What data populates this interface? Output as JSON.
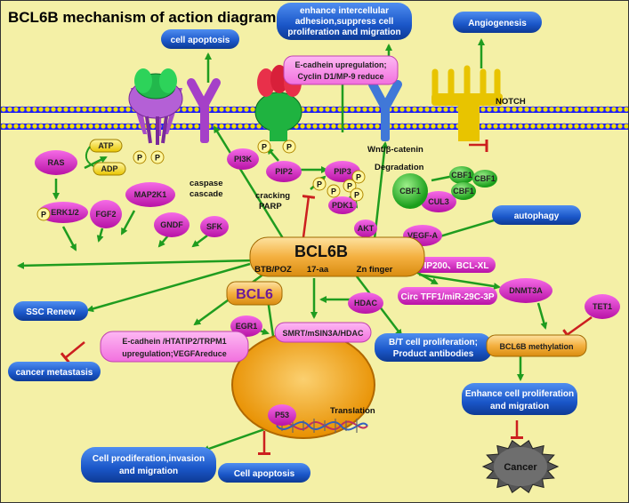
{
  "title": "BCL6B mechanism of action diagram",
  "colors": {
    "background": "#f4f0a6",
    "arrow_green": "#1f9c1f",
    "inhibit_red": "#cc1f1f",
    "blue_box": "#1a56c8",
    "magenta_box": "#d01fbf",
    "membrane_blue": "#1e1ef0",
    "center_orange": "#f0a830",
    "nucleus_orange": "#f0a010"
  },
  "blue_boxes": {
    "cell_apoptosis_top": "cell apoptosis",
    "adhesion_1": "enhance intercellular",
    "adhesion_2": "adhesion,suppress cell",
    "adhesion_3": "proliferation and migration",
    "angiogenesis": "Angiogenesis",
    "autophagy": "autophagy",
    "ssc_renew": "SSC Renew",
    "cancer_metastasis": "cancer metastasis",
    "bt_1": "B/T cell proliferation;",
    "bt_2": "Product antibodies",
    "enhance_1": "Enhance cell proliferation",
    "enhance_2": "and  migration",
    "prolif_1": "Cell prodiferation,invasion",
    "prolif_2": "and migration",
    "cell_apoptosis_bottom": "Cell apoptosis"
  },
  "magenta_nodes": {
    "ras": "RAS",
    "erk": "ERK1/2",
    "map2k1": "MAP2K1",
    "fgf2": "FGF2",
    "gndf": "GNDF",
    "sfk": "SFK",
    "pi3k": "PI3K",
    "pip2": "PIP2",
    "pip3": "PIP3",
    "pdk1": "PDK1",
    "akt": "AKT",
    "cul3": "CUL3",
    "vegfa": "VEGF-A",
    "dnmt3a": "DNMT3A",
    "tet1": "TET1",
    "hdac": "HDAC",
    "egr1": "EGR1",
    "p53": "P53",
    "fip200": "FIP200、BCL-XL",
    "circ": "Circ TFF1/miR-29C-3P",
    "smrt": "SMRT/mSIN3A/HDAC",
    "ecad_up_1": "E-cadhein upregulation;",
    "ecad_up_2": "Cyclin D1/MP-9 reduce",
    "ecad_htat_1": "E-cadhein /HTATIP2/TRPM1",
    "ecad_htat_2": "upregulation;VEGFAreduce"
  },
  "green_nodes": {
    "cbf1_a": "CBF1",
    "cbf1_b": "CBF1",
    "cbf1_c": "CBF1",
    "cbf1_d": "CBF1"
  },
  "yellow_nodes": {
    "atp": "ATP",
    "adp": "ADP",
    "p_letter": "P"
  },
  "center": {
    "bcl6b": "BCL6B",
    "btb": "BTB/POZ",
    "aa17": "17-aa",
    "zn": "Zn finger",
    "bcl6": "BCL6",
    "methylation": "BCL6B methylation",
    "cancer": "Cancer"
  },
  "labels": {
    "caspase_1": "caspase",
    "caspase_2": "cascade",
    "cracking_1": "cracking",
    "cracking_2": "PARP",
    "wnt": "Wnt/β-catenin",
    "degradation": "Degradation",
    "notch": "NOTCH",
    "translation": "Translation"
  }
}
